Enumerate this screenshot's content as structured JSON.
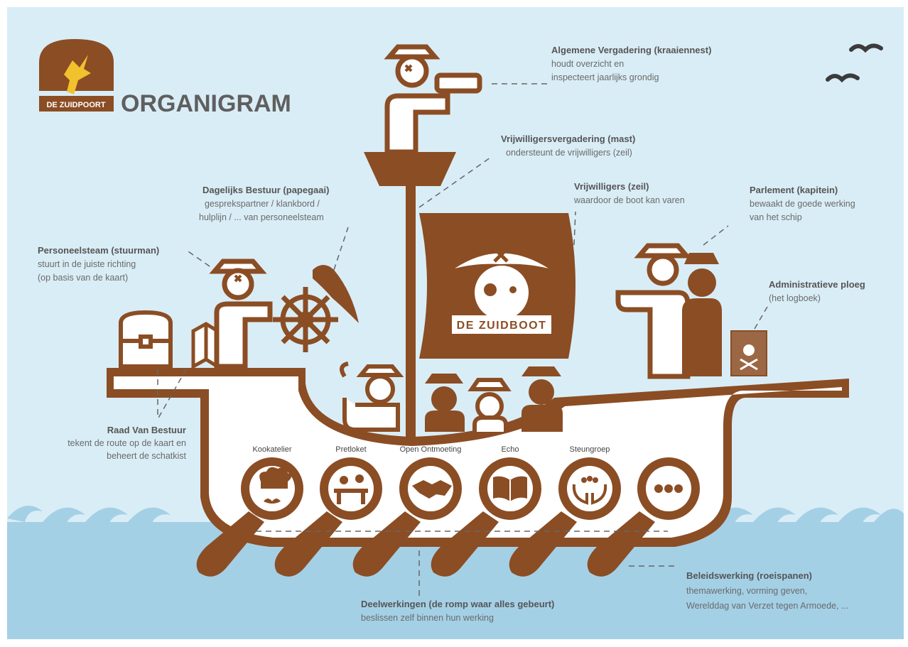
{
  "title": "ORGANIGRAM",
  "logo": {
    "text": "DE ZUIDPOORT"
  },
  "sail": {
    "label": "DE ZUIDBOOT"
  },
  "colors": {
    "brown": "#8b4d24",
    "sky": "#d9edf6",
    "sea": "#a4d0e6",
    "hull": "#ffffff",
    "text": "#5f5f5f"
  },
  "annotations": {
    "kraaiennest": {
      "title": "Algemene Vergadering (kraaiennest)",
      "lines": [
        "houdt overzicht en",
        "inspecteert jaarlijks grondig"
      ]
    },
    "mast": {
      "title": "Vrijwilligersvergadering (mast)",
      "lines": [
        "ondersteunt de vrijwilligers (zeil)"
      ]
    },
    "papegaai": {
      "title": "Dagelijks Bestuur (papegaai)",
      "lines": [
        "gesprekspartner / klankbord /",
        "hulplijn / ... van personeelsteam"
      ]
    },
    "zeil": {
      "title": "Vrijwilligers (zeil)",
      "lines": [
        "waardoor de boot kan varen"
      ]
    },
    "kapitein": {
      "title": "Parlement (kapitein)",
      "lines": [
        "bewaakt de goede werking",
        "van het schip"
      ]
    },
    "stuurman": {
      "title": "Personeelsteam (stuurman)",
      "lines": [
        "stuurt in de juiste richting",
        "(op basis van de kaart)"
      ]
    },
    "logboek": {
      "title": "Administratieve ploeg",
      "lines": [
        "(het logboek)"
      ]
    },
    "bestuur": {
      "title": "Raad Van Bestuur",
      "lines": [
        "tekent de route op de kaart en",
        "beheert de schatkist"
      ]
    },
    "romp": {
      "title": "Deelwerkingen (de romp waar alles gebeurt)",
      "lines": [
        "beslissen zelf binnen hun werking"
      ]
    },
    "roeispanen": {
      "title": "Beleidswerking (roeispanen)",
      "lines": [
        "themawerking, vorming geven,",
        "Werelddag van Verzet tegen Armoede, ..."
      ]
    }
  },
  "portholes": [
    {
      "label": "Kookatelier",
      "icon": "chef-hat-mustache-icon"
    },
    {
      "label": "Pretloket",
      "icon": "desk-people-icon"
    },
    {
      "label": "Open Ontmoeting",
      "icon": "handshake-icon"
    },
    {
      "label": "Echo",
      "icon": "open-book-icon"
    },
    {
      "label": "Steungroep",
      "icon": "hands-people-icon"
    },
    {
      "label": "",
      "icon": "ellipsis-icon"
    }
  ]
}
